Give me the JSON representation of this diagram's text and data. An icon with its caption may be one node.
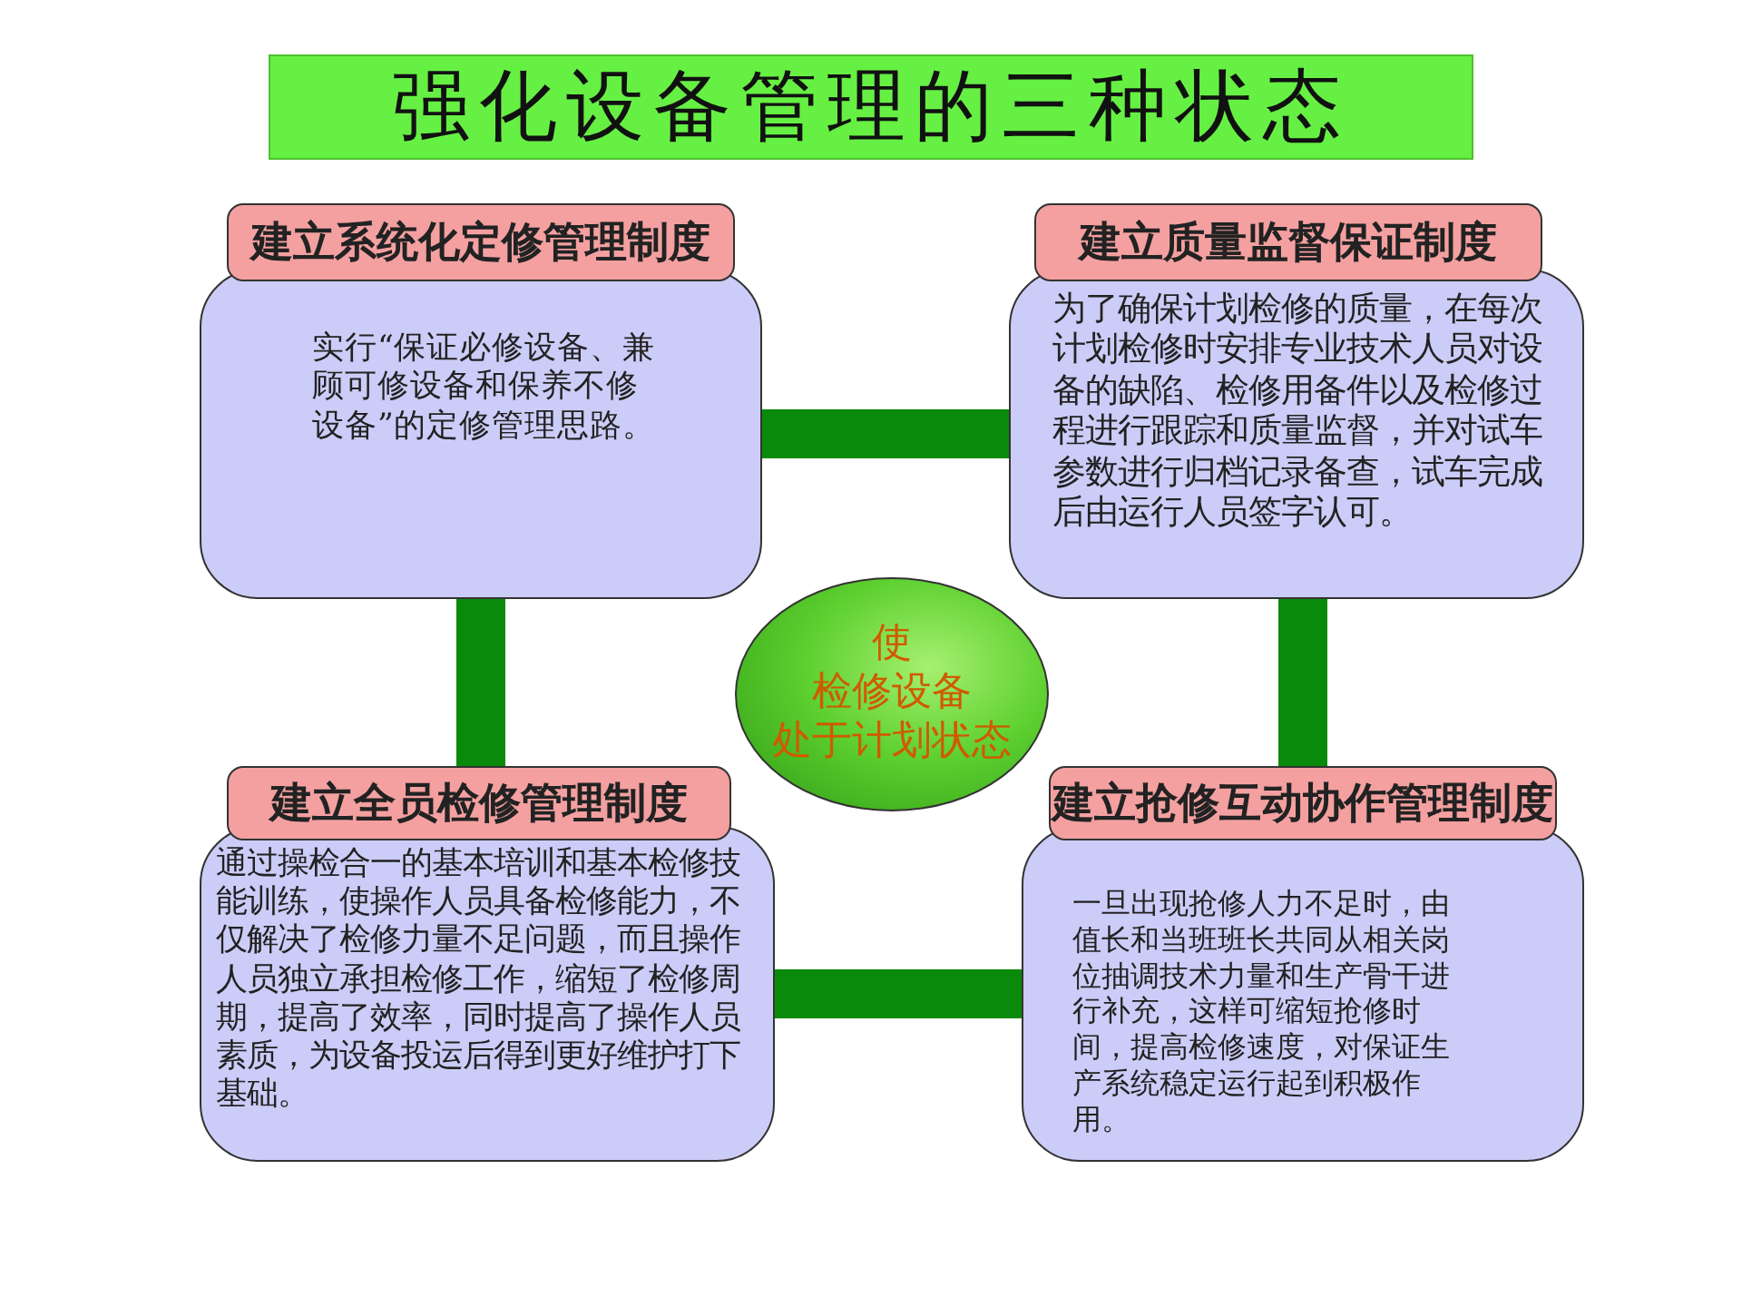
{
  "diagram": {
    "title": "强化设备管理的三种状态",
    "nodes": [
      {
        "text": [
          "建立系统化定修管理制度",
          "实行“保证必修设备、兼顾可修设备和保养不修设备”的定修管理思路。"
        ]
      },
      {
        "text": [
          "建立质量监督保证制度",
          "为了确保计划检修的质量，在每次计划检修时安排专业技术人员对设备的缺陷、检修用备件以及检修过程进行跟踪和质量监督，并对试车参数进行归档记录备查，试车完成后由运行人员签字认可。"
        ]
      },
      {
        "text": [
          "使",
          "检修设备",
          "处于计划状态"
        ]
      },
      {
        "text": [
          "建立全员检修管理制度",
          "通过操检合一的基本培训和基本检修技能训练，使操作人员具备检修能力，不仅解决了检修力量不足问题，而且操作人员独立承担检修工作，缩短了检修周期，提高了效率，同时提高了操作人员素质，为设备投运后得到更好维护打下基础。"
        ]
      },
      {
        "text": [
          "建立抢修互动协作管理制度",
          "一旦出现抢修人力不足时，由值长和当班班长共同从相关岗位抽调技术力量和生产骨干进行补充，这样可缩短抢修时间，提高检修速度，对保证生产系统稳定运行起到积极作用。"
        ]
      }
    ],
    "edges": [
      {
        "from": 0,
        "to": 1,
        "arrow": "none"
      },
      {
        "from": 0,
        "to": 3,
        "arrow": "none"
      },
      {
        "from": 1,
        "to": 4,
        "arrow": "none"
      },
      {
        "from": 3,
        "to": 4,
        "arrow": "none"
      }
    ]
  }
}
